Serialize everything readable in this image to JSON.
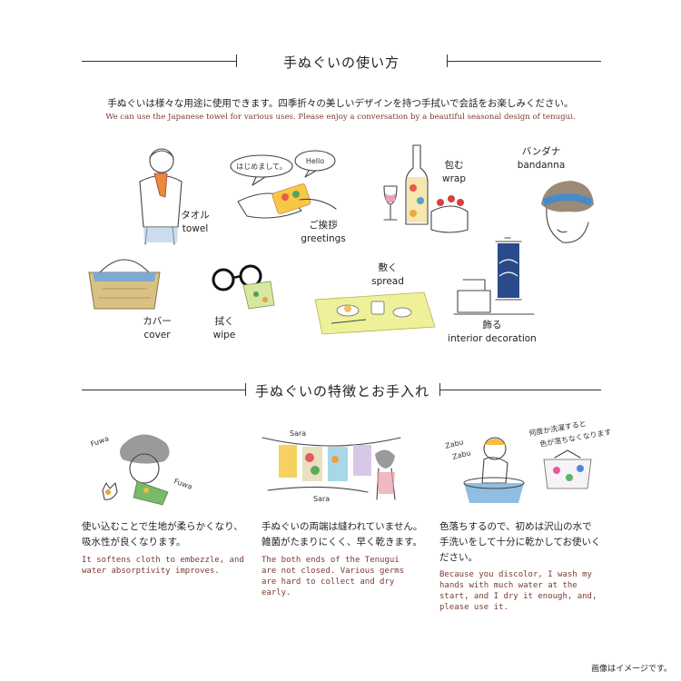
{
  "section1": {
    "heading": "手ぬぐいの使い方",
    "intro_jp": "手ぬぐいは様々な用途に使用できます。四季折々の美しいデザインを持つ手拭いで会話をお楽しみください。",
    "intro_en": "We can use the Japanese towel for various uses. Please enjoy a conversation by a beautiful seasonal design of tenugui.",
    "uses": [
      {
        "jp": "タオル",
        "en": "towel"
      },
      {
        "jp": "ご挨拶",
        "en": "greetings"
      },
      {
        "jp": "包む",
        "en": "wrap"
      },
      {
        "jp": "バンダナ",
        "en": "bandanna"
      },
      {
        "jp": "カバー",
        "en": "cover"
      },
      {
        "jp": "拭く",
        "en": "wipe"
      },
      {
        "jp": "敷く",
        "en": "spread"
      },
      {
        "jp": "飾る",
        "en": "interior decoration"
      }
    ],
    "bubbles": {
      "left": "はじめまして。",
      "right": "Hello"
    }
  },
  "section2": {
    "heading": "手ぬぐいの特徴とお手入れ",
    "items": [
      {
        "jp": [
          "使い込むことで生地が柔らかくなり、",
          "吸水性が良くなります。"
        ],
        "en": [
          "It softens cloth to embezzle, and",
          "water absorptivity improves."
        ],
        "doodles": [
          "Fuwa",
          "Fuwa"
        ]
      },
      {
        "jp": [
          "手ぬぐいの両端は縫われていません。",
          "雑菌がたまりにくく、早く乾きます。"
        ],
        "en": [
          "The both ends of the Tenugui",
          "are not closed. Various germs",
          "are hard to collect and dry",
          "early."
        ],
        "doodles": [
          "Sara",
          "Sara"
        ]
      },
      {
        "jp": [
          "色落ちするので、初めは沢山の水で",
          "手洗いをして十分に乾かしてお使いく",
          "ださい。"
        ],
        "en": [
          "Because you discolor, I wash my",
          "hands with much water at the",
          "start, and I dry it enough, and,",
          "please use it."
        ],
        "doodles": [
          "Zabu",
          "Zabu",
          "何度か洗濯すると",
          "色が落ちなくなります"
        ]
      }
    ]
  },
  "footer": "画像はイメージです。"
}
